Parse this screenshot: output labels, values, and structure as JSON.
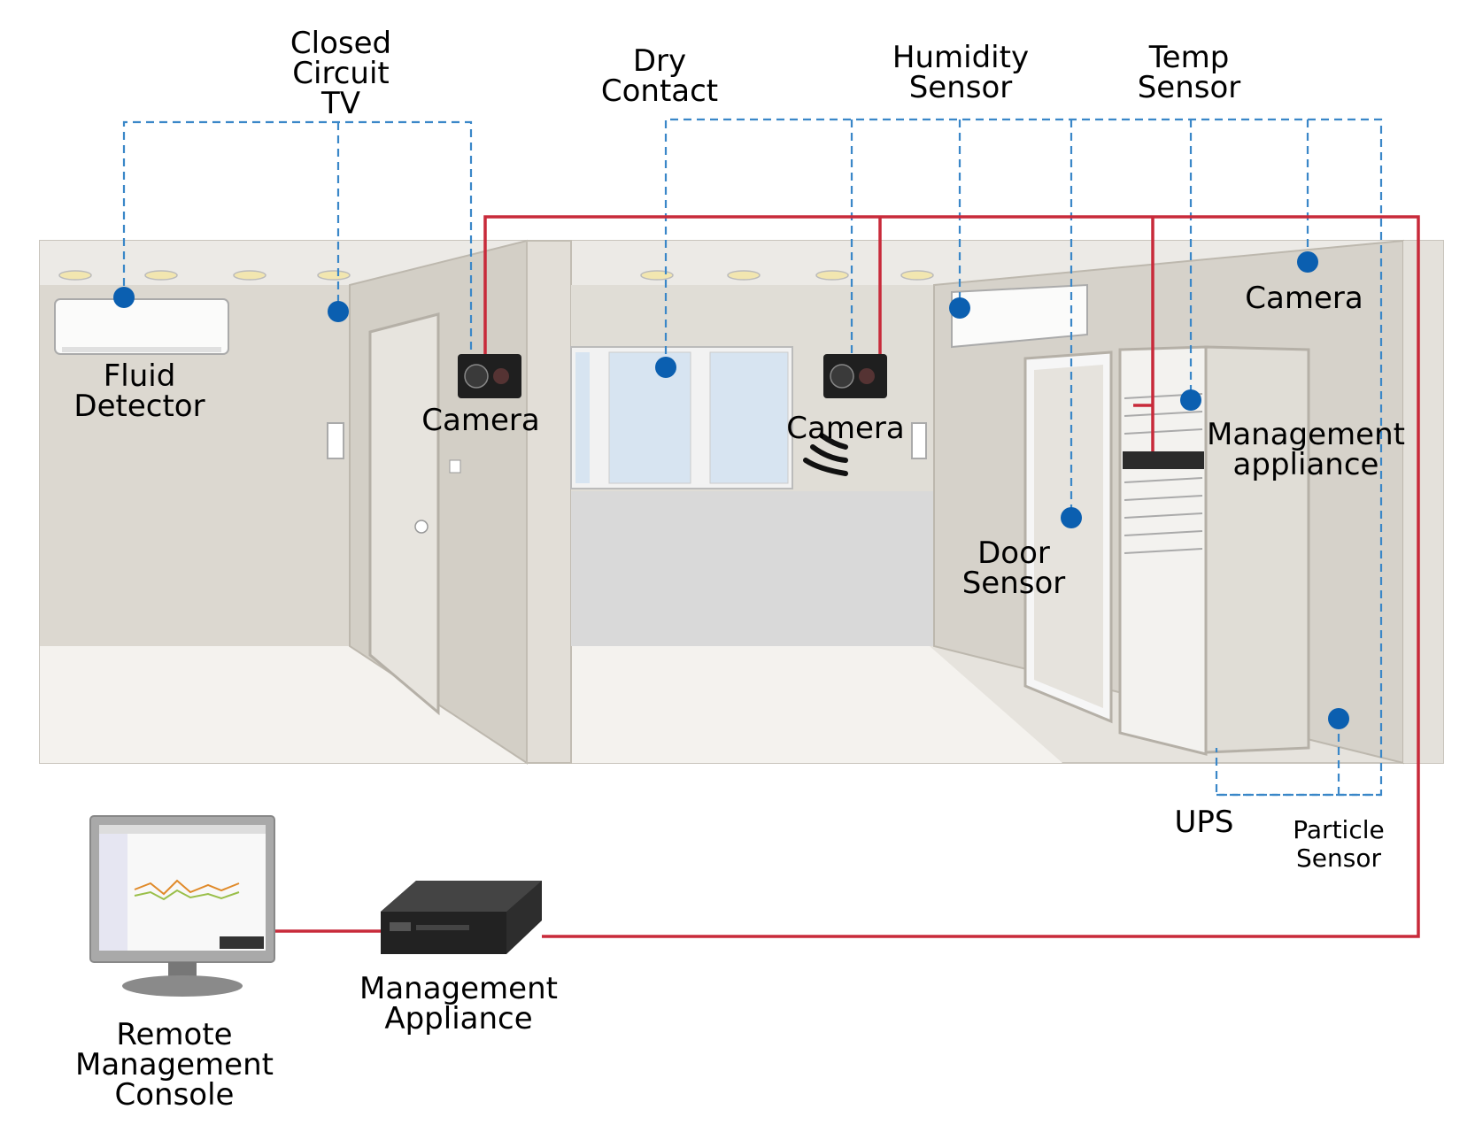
{
  "diagram": {
    "labels": {
      "cctv": [
        "Closed",
        "Circuit",
        "TV"
      ],
      "dry_contact": [
        "Dry",
        "Contact"
      ],
      "humidity_sensor": [
        "Humidity",
        "Sensor"
      ],
      "temp_sensor": [
        "Temp",
        "Sensor"
      ],
      "fluid_detector": [
        "Fluid",
        "Detector"
      ],
      "camera_left": "Camera",
      "camera_middle": "Camera",
      "camera_right": "Camera",
      "management_appliance_rack": [
        "Management",
        "appliance"
      ],
      "door_sensor": [
        "Door",
        "Sensor"
      ],
      "ups": "UPS",
      "particle_sensor": [
        "Particle",
        "Sensor"
      ],
      "remote_console": [
        "Remote",
        "Management",
        "Console"
      ],
      "management_appliance": [
        "Management",
        "Appliance"
      ]
    },
    "colors": {
      "sensor_dot": "#0b5fb0",
      "dashed_line": "#3a87c8",
      "network_line": "#c82a3a",
      "room_wall": "#d8d4cc",
      "room_floor": "#f1efea"
    }
  }
}
